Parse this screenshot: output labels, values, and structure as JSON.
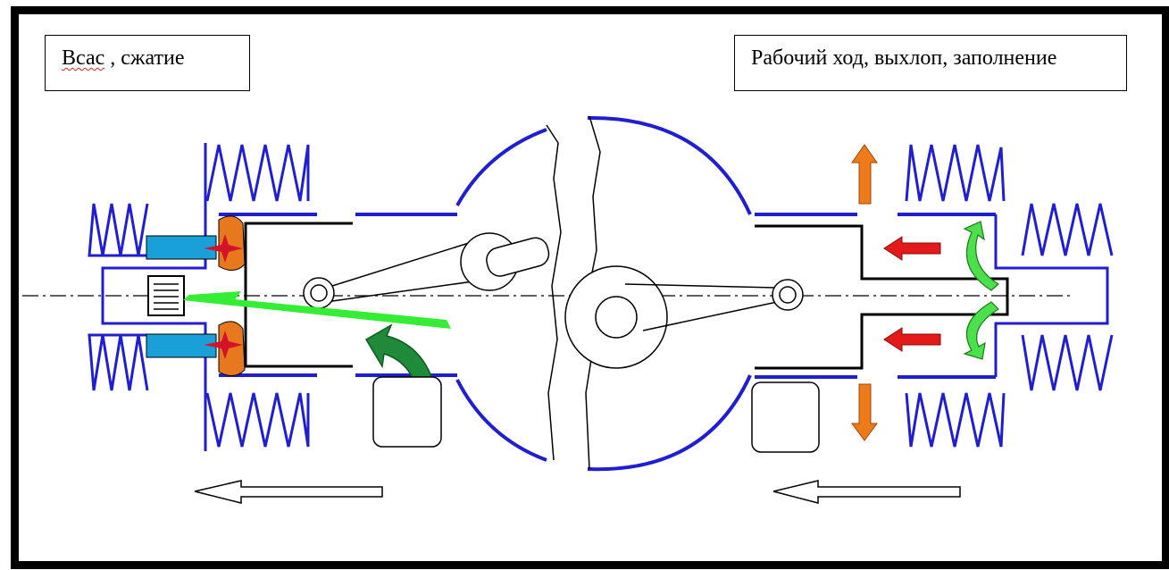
{
  "labels": {
    "left_word": "Всас",
    "left_rest": " , сжатие",
    "right": "Рабочий ход, выхлоп, заполнение"
  },
  "colors": {
    "cylinder_blue": "#1f1fd0",
    "injector_blue": "#1aa0d8",
    "plug_orange": "#e8781e",
    "intake_green": "#33ee33",
    "transfer_green": "#1f8a3a",
    "exhaust_orange": "#ee7a1a",
    "gas_red": "#e41a1a",
    "scavenge_green": "#4ce04c"
  },
  "icons": {
    "left_piston_motion": "hollow-arrow-left",
    "right_piston_motion": "hollow-arrow-left",
    "exhaust_out": "orange-arrow",
    "gas_push": "red-arrow",
    "intake_flow": "green-arrow",
    "transfer_flow": "curved-arrow"
  }
}
